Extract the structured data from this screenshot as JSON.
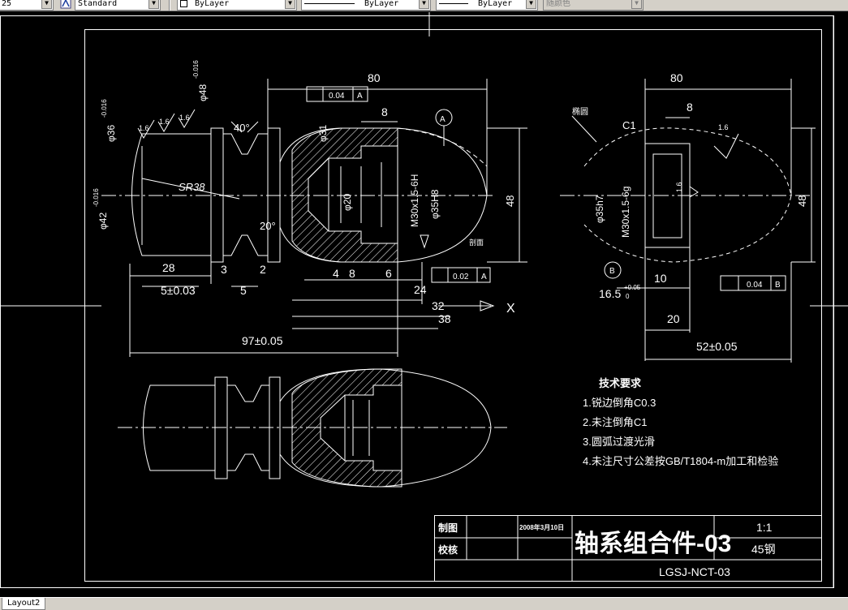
{
  "toolbar": {
    "layer_value": "25",
    "text_style": "Standard",
    "color": "ByLayer",
    "linetype": "ByLayer",
    "lineweight": "ByLayer",
    "plot_style": "随颜色"
  },
  "drawing": {
    "front_view": {
      "overall_length": "80",
      "groove_width": "8",
      "diameters": [
        "φ36-0.016",
        "φ48-0.016",
        "φ42-0.016",
        "φ31",
        "φ20",
        "M30x1.5-6H",
        "φ35H8"
      ],
      "dia_36": "φ36",
      "dia_36_tol": "-0.016",
      "dia_48": "φ48",
      "dia_48_tol": "-0.016",
      "dia_42": "φ42",
      "dia_42_tol": "-0.016",
      "dia_31": "φ31",
      "dia_20": "φ20",
      "thread": "M30x1.5-6H",
      "bore": "φ35H8",
      "sphere": "SR38",
      "angle_top": "40°",
      "angle_bottom": "20°",
      "roughness_1": "1.6",
      "roughness_2": "1.6",
      "roughness_3": "1.6",
      "height_48": "48",
      "datum_a": "A",
      "tol_frame_top_value": "0.04",
      "tol_frame_top_datum": "A",
      "tol_frame_bottom_value": "0.02",
      "tol_frame_bottom_datum": "A",
      "section_label": "剖面",
      "dim_28": "28",
      "dim_3": "3",
      "dim_2": "2",
      "dim_5_003": "5±0.03",
      "dim_5": "5",
      "dim_4": "4",
      "dim_8": "8",
      "dim_6": "6",
      "dim_24": "24",
      "dim_32": "32",
      "dim_38": "38",
      "dim_97": "97±0.05",
      "axis_x": "X"
    },
    "side_view": {
      "overall_length": "80",
      "inner_width": "8",
      "label_ellipse": "椭圆",
      "chamfer": "C1",
      "roughness": "1.6",
      "roughness_inner": "1.6",
      "bore": "φ35h7",
      "thread": "M30x1.5-6g",
      "height_48": "48",
      "datum_b": "B",
      "dim_10": "10",
      "dim_16_5": "16.5",
      "dim_16_5_tol": "+0.05",
      "dim_16_5_tol_low": "0",
      "dim_20": "20",
      "dim_52": "52±0.05",
      "tol_frame_value": "0.04",
      "tol_frame_datum": "B"
    },
    "notes": {
      "heading": "技术要求",
      "items": [
        "1.锐边倒角C0.3",
        "2.未注倒角C1",
        "3.圆弧过渡光滑",
        "4.未注尺寸公差按GB/T1804-m加工和检验"
      ]
    },
    "title_block": {
      "drawn_label": "制图",
      "checked_label": "校核",
      "date": "2008年3月10日",
      "title": "轴系组合件-03",
      "scale": "1:1",
      "material": "45钢",
      "drawing_number": "LGSJ-NCT-03"
    }
  },
  "layout_tab": "Layout2",
  "colors": {
    "background": "#000000",
    "line": "#ffffff",
    "toolbar": "#d4d0c8"
  }
}
